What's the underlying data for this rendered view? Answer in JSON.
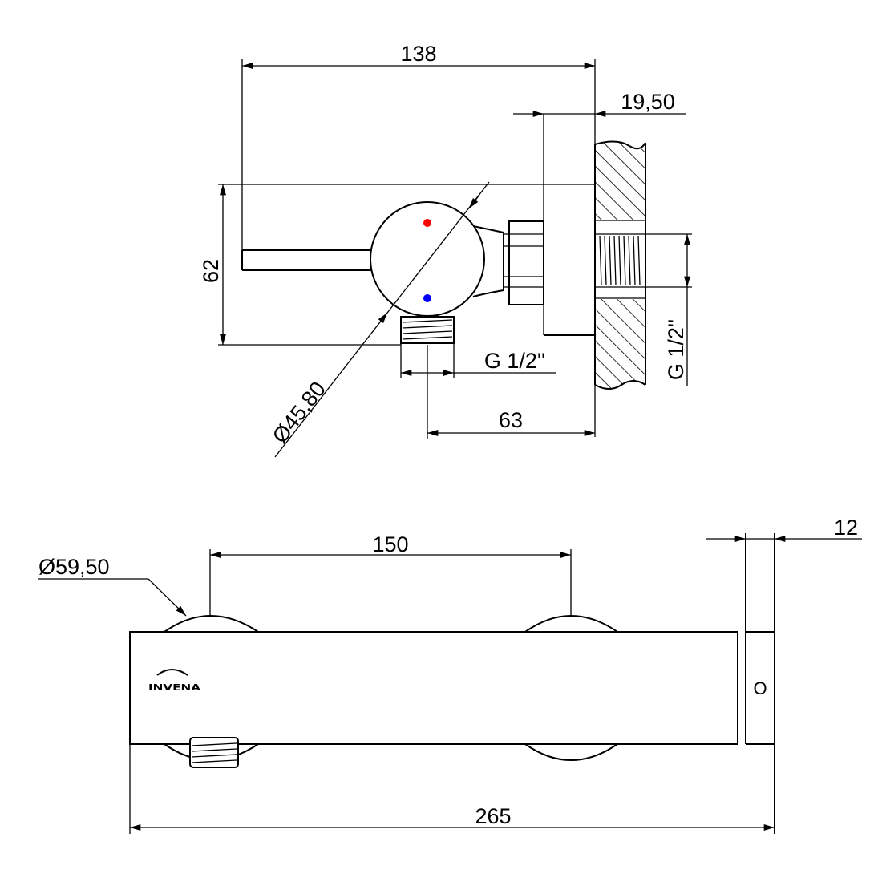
{
  "drawing": {
    "side_view": {
      "dim_overall_depth": "138",
      "dim_plate_thickness": "19,50",
      "dim_height": "62",
      "dim_diameter": "Ø45,80",
      "dim_outlet_thread": "G 1/2''",
      "dim_outlet_offset": "63",
      "dim_inlet_thread": "G 1/2''",
      "hot_color": "#ff0000",
      "cold_color": "#0000ff"
    },
    "front_view": {
      "dim_knob_diameter": "Ø59,50",
      "dim_knob_spacing": "150",
      "dim_plate_thickness": "12",
      "dim_overall_length": "265",
      "logo_text": "INVENA",
      "plate_mark": "O"
    }
  }
}
